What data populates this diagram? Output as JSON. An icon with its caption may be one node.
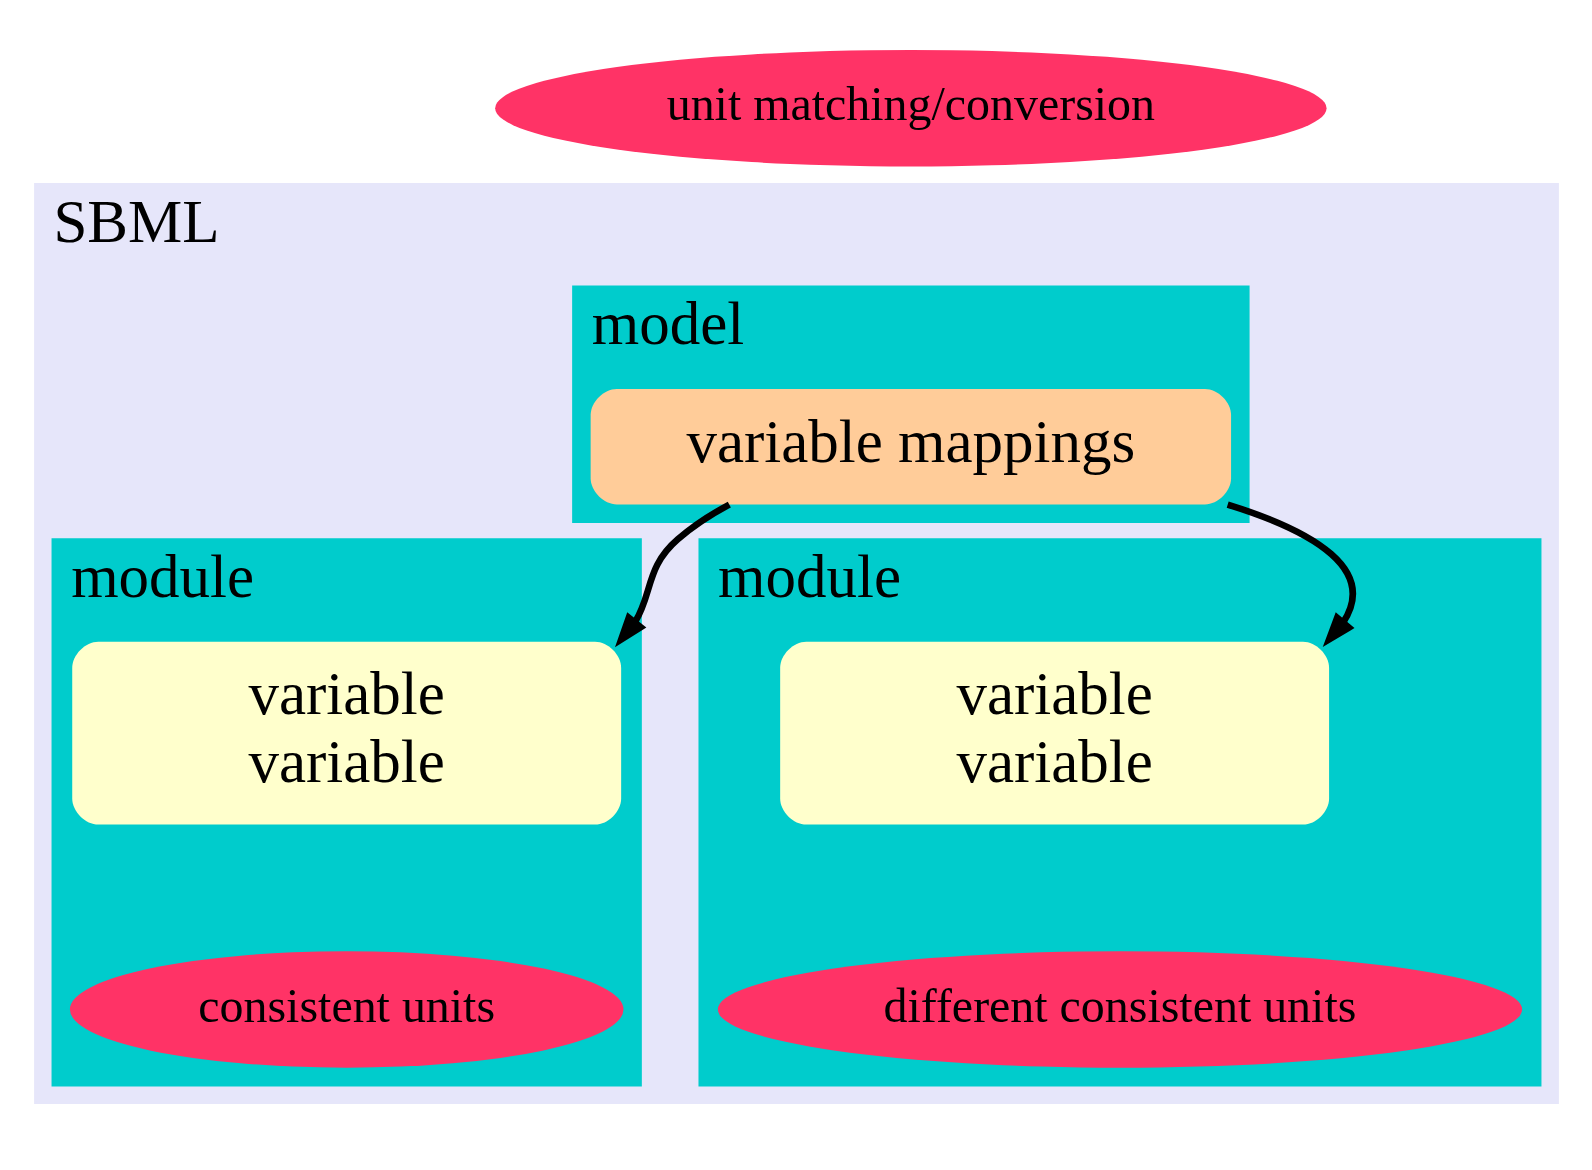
{
  "diagram": {
    "nodes": [
      {
        "text": [
          "SBML"
        ]
      },
      {
        "text": [
          "model"
        ],
        "in": 0
      },
      {
        "text": [
          "variable mappings"
        ],
        "in": 1
      },
      {
        "text": [
          "unit matching/conversion"
        ]
      },
      {
        "text": [
          "module"
        ],
        "in": 0
      },
      {
        "text": [
          "variable",
          "variable"
        ],
        "in": 4
      },
      {
        "text": [
          "consistent units"
        ],
        "in": 4
      },
      {
        "text": [
          "module"
        ],
        "in": 0
      },
      {
        "text": [
          "variable",
          "variable"
        ],
        "in": 7
      },
      {
        "text": [
          "different consistent units"
        ],
        "in": 7
      }
    ],
    "edges": [
      {
        "from": 2,
        "to": 5,
        "arrow": "to"
      },
      {
        "from": 2,
        "to": 8,
        "arrow": "to"
      }
    ]
  }
}
